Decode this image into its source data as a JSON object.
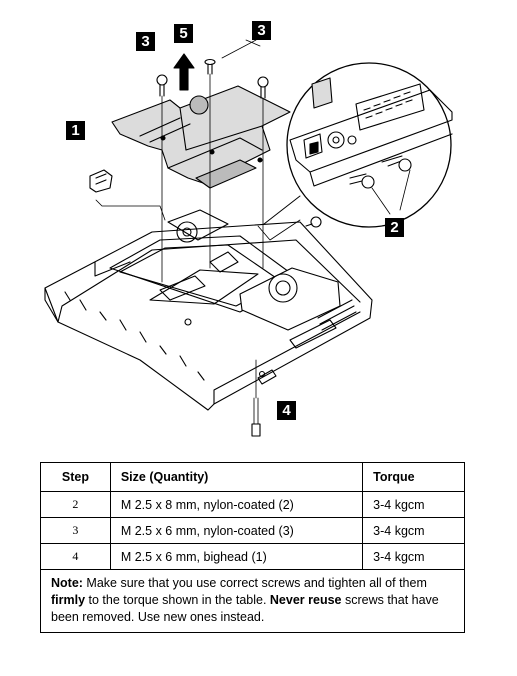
{
  "diagram": {
    "callouts": {
      "c1": "1",
      "c2": "2",
      "c3a": "3",
      "c3b": "3",
      "c4": "4",
      "c5": "5"
    }
  },
  "table": {
    "headers": {
      "step": "Step",
      "size": "Size (Quantity)",
      "torque": "Torque"
    },
    "rows": [
      {
        "step": "2",
        "size": "M 2.5 x 8 mm, nylon-coated (2)",
        "torque": "3-4 kgcm"
      },
      {
        "step": "3",
        "size": "M 2.5 x 6 mm, nylon-coated (3)",
        "torque": "3-4 kgcm"
      },
      {
        "step": "4",
        "size": "M 2.5 x 6 mm, bighead (1)",
        "torque": "3-4 kgcm"
      }
    ],
    "note": {
      "label": "Note:",
      "text1": " Make sure that you use correct screws and tighten all of them ",
      "firmly": "firmly",
      "text2": " to the torque shown in the table. ",
      "never_reuse": "Never reuse",
      "text3": " screws that have been removed. Use new ones instead."
    }
  }
}
